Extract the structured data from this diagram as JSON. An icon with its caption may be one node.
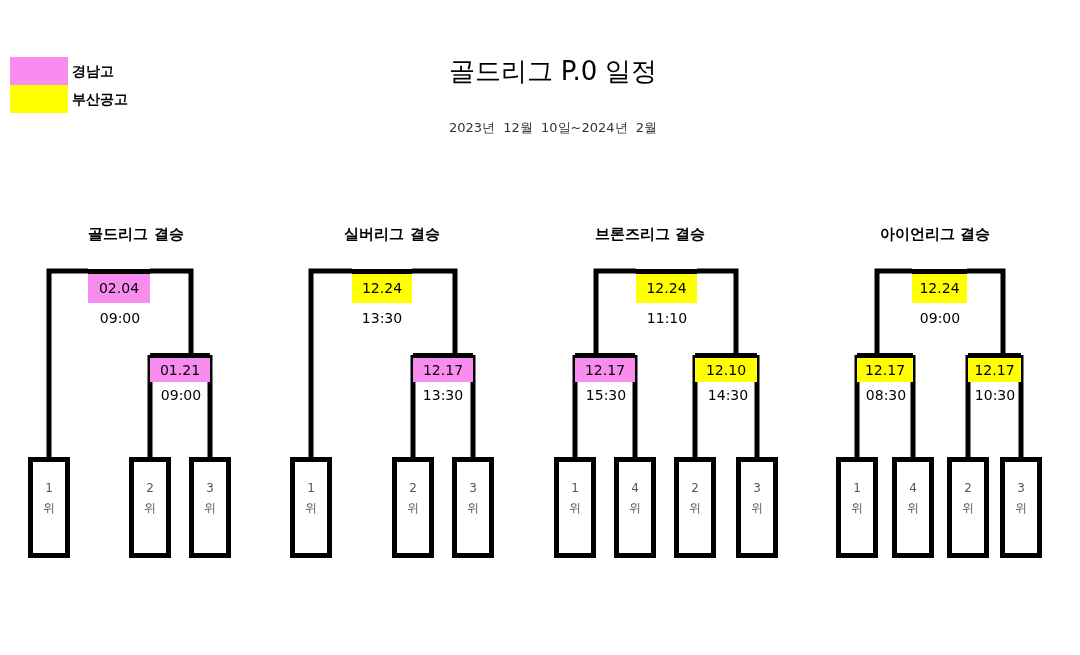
{
  "diagram": {
    "title": "골드리그 P.0 일정",
    "caption": "2023년  12월  10일~2024년  2월",
    "nodes": [
      {
        "text": [
          "02.04"
        ],
        "beside": [
          "09:00"
        ]
      },
      {
        "text": [
          "01.21"
        ],
        "beside": [
          "09:00"
        ]
      },
      {
        "text": [
          "1 위"
        ]
      },
      {
        "text": [
          "2 위"
        ]
      },
      {
        "text": [
          "3 위"
        ]
      },
      {
        "text": [
          "12.24"
        ],
        "beside": [
          "13:30"
        ]
      },
      {
        "text": [
          "12.17"
        ],
        "beside": [
          "13:30"
        ]
      },
      {
        "text": [
          "1 위"
        ]
      },
      {
        "text": [
          "2 위"
        ]
      },
      {
        "text": [
          "3 위"
        ]
      },
      {
        "text": [
          "12.24"
        ],
        "beside": [
          "11:10"
        ]
      },
      {
        "text": [
          "12.17"
        ],
        "beside": [
          "15:30"
        ]
      },
      {
        "text": [
          "12.10"
        ],
        "beside": [
          "14:30"
        ]
      },
      {
        "text": [
          "1 위"
        ]
      },
      {
        "text": [
          "4 위"
        ]
      },
      {
        "text": [
          "2 위"
        ]
      },
      {
        "text": [
          "3 위"
        ]
      },
      {
        "text": [
          "12.24"
        ],
        "beside": [
          "09:00"
        ]
      },
      {
        "text": [
          "12.17"
        ],
        "beside": [
          "08:30"
        ]
      },
      {
        "text": [
          "12.17"
        ],
        "beside": [
          "10:30"
        ]
      },
      {
        "text": [
          "1 위"
        ]
      },
      {
        "text": [
          "4 위"
        ]
      },
      {
        "text": [
          "2 위"
        ]
      },
      {
        "text": [
          "3 위"
        ]
      }
    ],
    "edges": [
      {
        "from": 0,
        "to": 2,
        "arrow": "none"
      },
      {
        "from": 0,
        "to": 1,
        "arrow": "none"
      },
      {
        "from": 1,
        "to": 3,
        "arrow": "none"
      },
      {
        "from": 1,
        "to": 4,
        "arrow": "none"
      },
      {
        "from": 5,
        "to": 7,
        "arrow": "none"
      },
      {
        "from": 5,
        "to": 6,
        "arrow": "none"
      },
      {
        "from": 6,
        "to": 8,
        "arrow": "none"
      },
      {
        "from": 6,
        "to": 9,
        "arrow": "none"
      },
      {
        "from": 10,
        "to": 11,
        "arrow": "none"
      },
      {
        "from": 10,
        "to": 12,
        "arrow": "none"
      },
      {
        "from": 11,
        "to": 13,
        "arrow": "none"
      },
      {
        "from": 11,
        "to": 14,
        "arrow": "none"
      },
      {
        "from": 12,
        "to": 15,
        "arrow": "none"
      },
      {
        "from": 12,
        "to": 16,
        "arrow": "none"
      },
      {
        "from": 17,
        "to": 18,
        "arrow": "none"
      },
      {
        "from": 17,
        "to": 19,
        "arrow": "none"
      },
      {
        "from": 18,
        "to": 20,
        "arrow": "none"
      },
      {
        "from": 18,
        "to": 21,
        "arrow": "none"
      },
      {
        "from": 19,
        "to": 22,
        "arrow": "none"
      },
      {
        "from": 19,
        "to": 23,
        "arrow": "none"
      }
    ],
    "labels": [
      "골드리그 결승",
      "실버리그 결승",
      "브론즈리그 결승",
      "아이언리그 결승"
    ],
    "legend": [
      {
        "text": "경남고",
        "color": "#f98cef"
      },
      {
        "text": "부산공고",
        "color": "#ffff00"
      }
    ]
  }
}
